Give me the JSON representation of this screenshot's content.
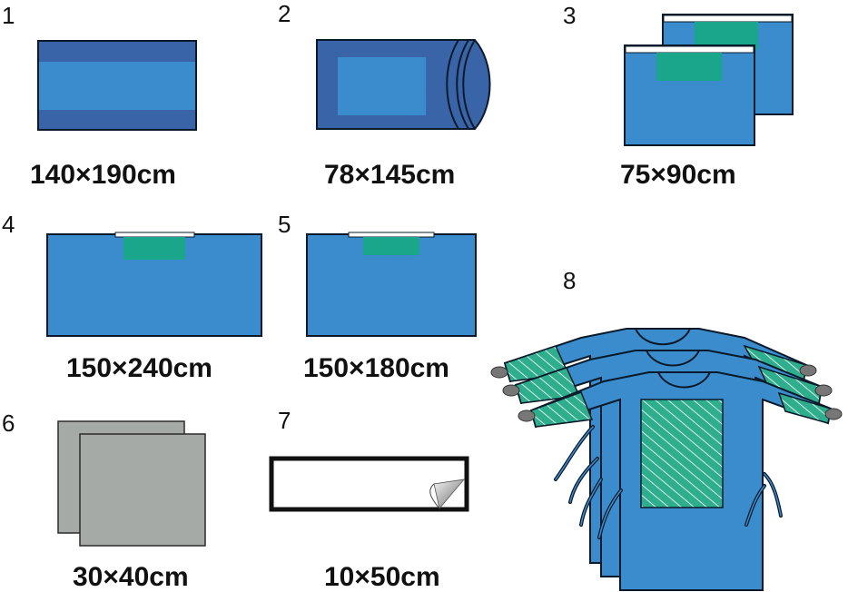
{
  "items": [
    {
      "number": "1",
      "size": "140×190cm"
    },
    {
      "number": "2",
      "size": "78×145cm"
    },
    {
      "number": "3",
      "size": "75×90cm"
    },
    {
      "number": "4",
      "size": "150×240cm"
    },
    {
      "number": "5",
      "size": "150×180cm"
    },
    {
      "number": "6",
      "size": "30×40cm"
    },
    {
      "number": "7",
      "size": "10×50cm"
    },
    {
      "number": "8",
      "size": ""
    }
  ],
  "colors": {
    "drape_dark": "#3a64a8",
    "drape_blue": "#3a8ccc",
    "adhesive_teal": "#1aa68a",
    "gauze_gray": "#a6aaa6",
    "sleeve_green": "#2fae8e",
    "outline": "#0a1a2a"
  }
}
